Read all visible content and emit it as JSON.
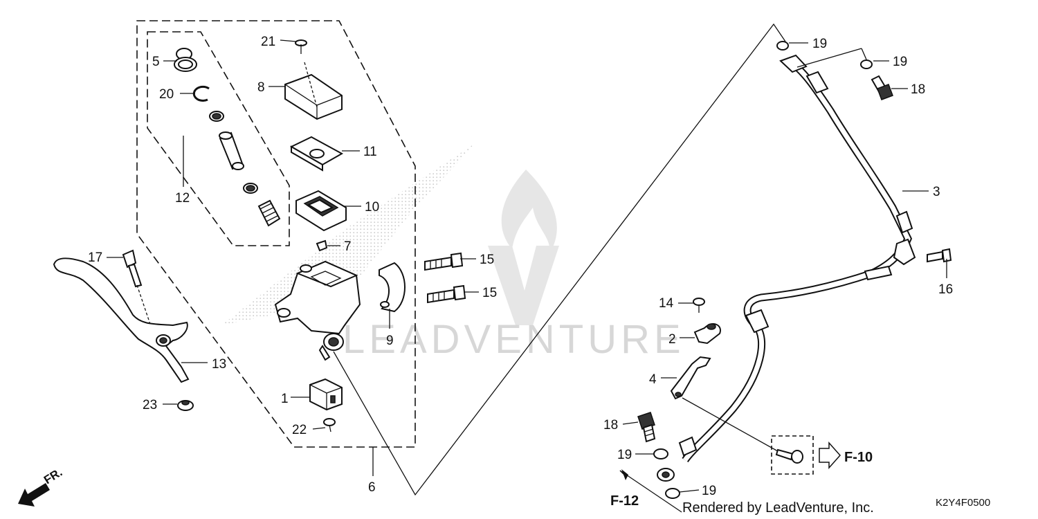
{
  "callouts": {
    "c1": "1",
    "c2": "2",
    "c3": "3",
    "c4": "4",
    "c5": "5",
    "c6": "6",
    "c7": "7",
    "c8": "8",
    "c9": "9",
    "c10": "10",
    "c11": "11",
    "c12": "12",
    "c13": "13",
    "c14": "14",
    "c15a": "15",
    "c15b": "15",
    "c16": "16",
    "c17": "17",
    "c18a": "18",
    "c18b": "18",
    "c19a": "19",
    "c19b": "19",
    "c19c": "19",
    "c19d": "19",
    "c20": "20",
    "c21": "21",
    "c22": "22",
    "c23": "23"
  },
  "references": {
    "f10": "F-10",
    "f12": "F-12",
    "front": "FR."
  },
  "watermark": "LEADVENTURE",
  "credit": "Rendered by LeadVenture, Inc.",
  "diagram_code": "K2Y4F0500"
}
